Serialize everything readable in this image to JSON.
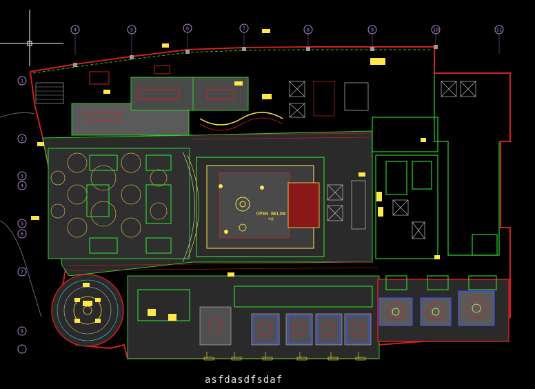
{
  "grid_top_labels": [
    "4",
    "5",
    "6",
    "7",
    "8",
    "9",
    "10",
    "11"
  ],
  "grid_left_labels": [
    "1",
    "2",
    "3",
    "4",
    "5",
    "6",
    "7",
    "8"
  ],
  "drawing_labels": {
    "open_below": "OPEN BELOW",
    "open_below_sub": "中庭"
  },
  "caption": "asfdasdfsdaf",
  "colors": {
    "background": "#000000",
    "outer_wall": "#d42020",
    "green_wall": "#2fd02f",
    "dim_fill": "#5a5a5a",
    "grid_bubble": "#b58fd1",
    "text_yellow": "#ffe84a",
    "cyan": "#3fd3e0",
    "blue": "#3a4cff",
    "crosshair": "#ffffff"
  }
}
